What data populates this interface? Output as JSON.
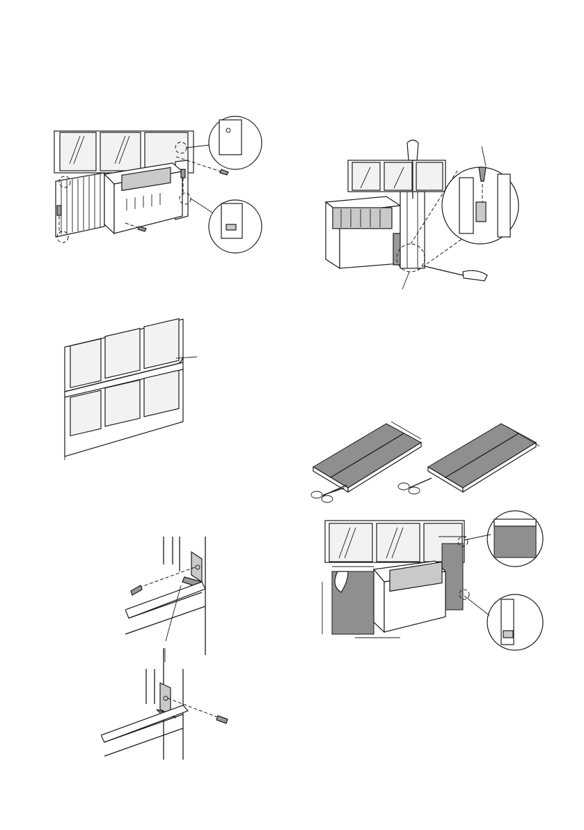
{
  "document": {
    "figures": [
      {
        "id": "fig-mounting-screws",
        "caption": ""
      },
      {
        "id": "fig-top-rail-seal",
        "caption": ""
      },
      {
        "id": "fig-angle-brackets",
        "caption": ""
      },
      {
        "id": "fig-slider-screws",
        "caption": ""
      },
      {
        "id": "fig-cut-foam-panels",
        "caption": ""
      },
      {
        "id": "fig-install-foam",
        "caption": ""
      }
    ]
  },
  "colors": {
    "line": "#1a1a1a",
    "foam": "#8f8f8f",
    "glass": "#f2f2f2"
  }
}
